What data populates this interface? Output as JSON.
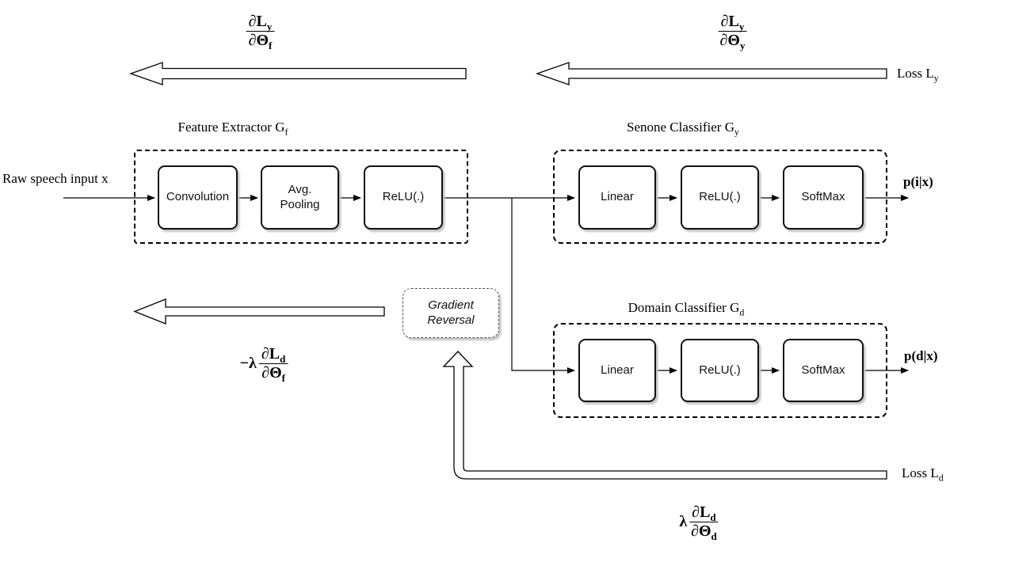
{
  "diagram": {
    "input_label": "Raw speech input x",
    "groups": {
      "feature_extractor": {
        "title": "Feature Extractor G",
        "title_sub": "f"
      },
      "senone_classifier": {
        "title": "Senone Classifier G",
        "title_sub": "y"
      },
      "domain_classifier": {
        "title": "Domain Classifier G",
        "title_sub": "d"
      }
    },
    "nodes": {
      "convolution": "Convolution",
      "avg_pooling": "Avg. Pooling",
      "relu_fe": "ReLU(.)",
      "linear_senone": "Linear",
      "relu_senone": "ReLU(.)",
      "softmax_senone": "SoftMax",
      "linear_domain": "Linear",
      "relu_domain": "ReLU(.)",
      "softmax_domain": "SoftMax",
      "gradient_reversal": "Gradient Reversal"
    },
    "outputs": {
      "senone": "p(i|x)",
      "domain": "p(d|x)"
    },
    "losses": {
      "loss_y": {
        "text": "Loss L",
        "sub": "y"
      },
      "loss_d": {
        "text": "Loss L",
        "sub": "d"
      }
    },
    "gradients": {
      "grad_ly_thetaf": {
        "prefix": "",
        "num": "∂L",
        "num_sub": "y",
        "den": "∂Θ",
        "den_sub": "f"
      },
      "grad_ly_thetay": {
        "prefix": "",
        "num": "∂L",
        "num_sub": "y",
        "den": "∂Θ",
        "den_sub": "y"
      },
      "grad_ld_thetaf": {
        "prefix": "−λ",
        "num": "∂L",
        "num_sub": "d",
        "den": "∂Θ",
        "den_sub": "f"
      },
      "grad_ld_thetad": {
        "prefix": "λ",
        "num": "∂L",
        "num_sub": "d",
        "den": "∂Θ",
        "den_sub": "d"
      }
    },
    "colors": {
      "stroke": "#000000",
      "fill": "#ffffff",
      "shadow": "#c4c4c4"
    }
  }
}
